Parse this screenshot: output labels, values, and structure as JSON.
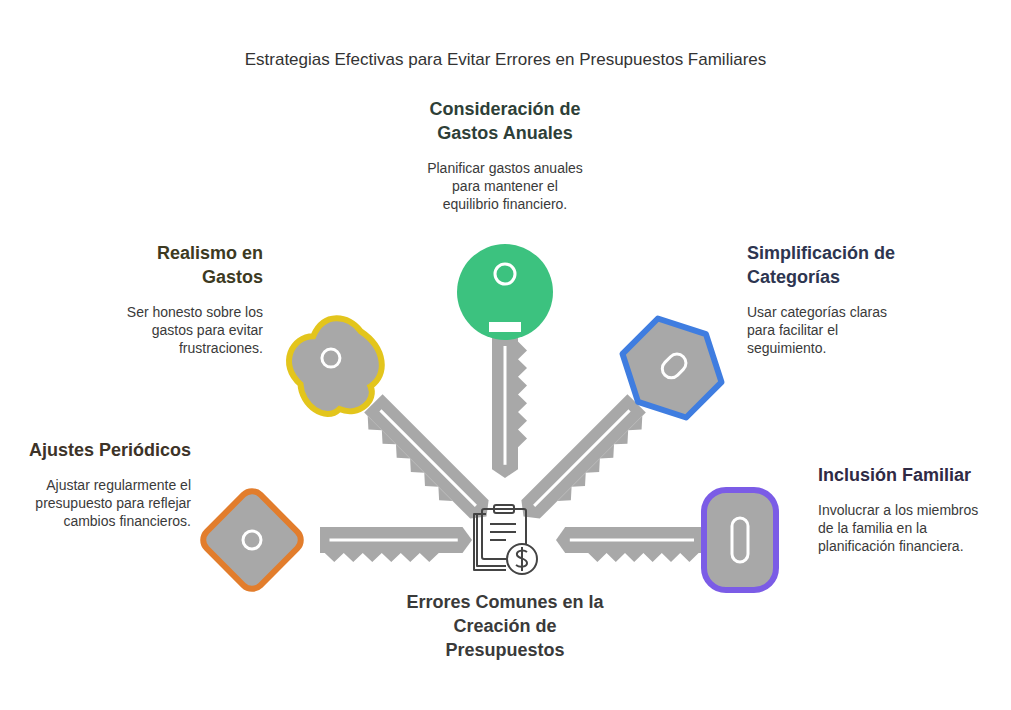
{
  "diagram": {
    "title": "Estrategias Efectivas para Evitar Errores en Presupuestos Familiares",
    "nodes": [
      {
        "text": [
          "Consideración de Gastos Anuales",
          "Planificar gastos anuales para mantener el equilibrio financiero."
        ]
      },
      {
        "text": [
          "Realismo en Gastos",
          "Ser honesto sobre los gastos para evitar frustraciones."
        ]
      },
      {
        "text": [
          "Simplificación de Categorías",
          "Usar categorías claras para facilitar el seguimiento."
        ]
      },
      {
        "text": [
          "Ajustes Periódicos",
          "Ajustar regularmente el presupuesto para reflejar cambios financieros."
        ]
      },
      {
        "text": [
          "Inclusión Familiar",
          "Involucrar a los miembros de la familia en la planificación financiera."
        ]
      },
      {
        "text": [
          "Errores Comunes en la Creación de Presupuestos"
        ]
      }
    ]
  }
}
